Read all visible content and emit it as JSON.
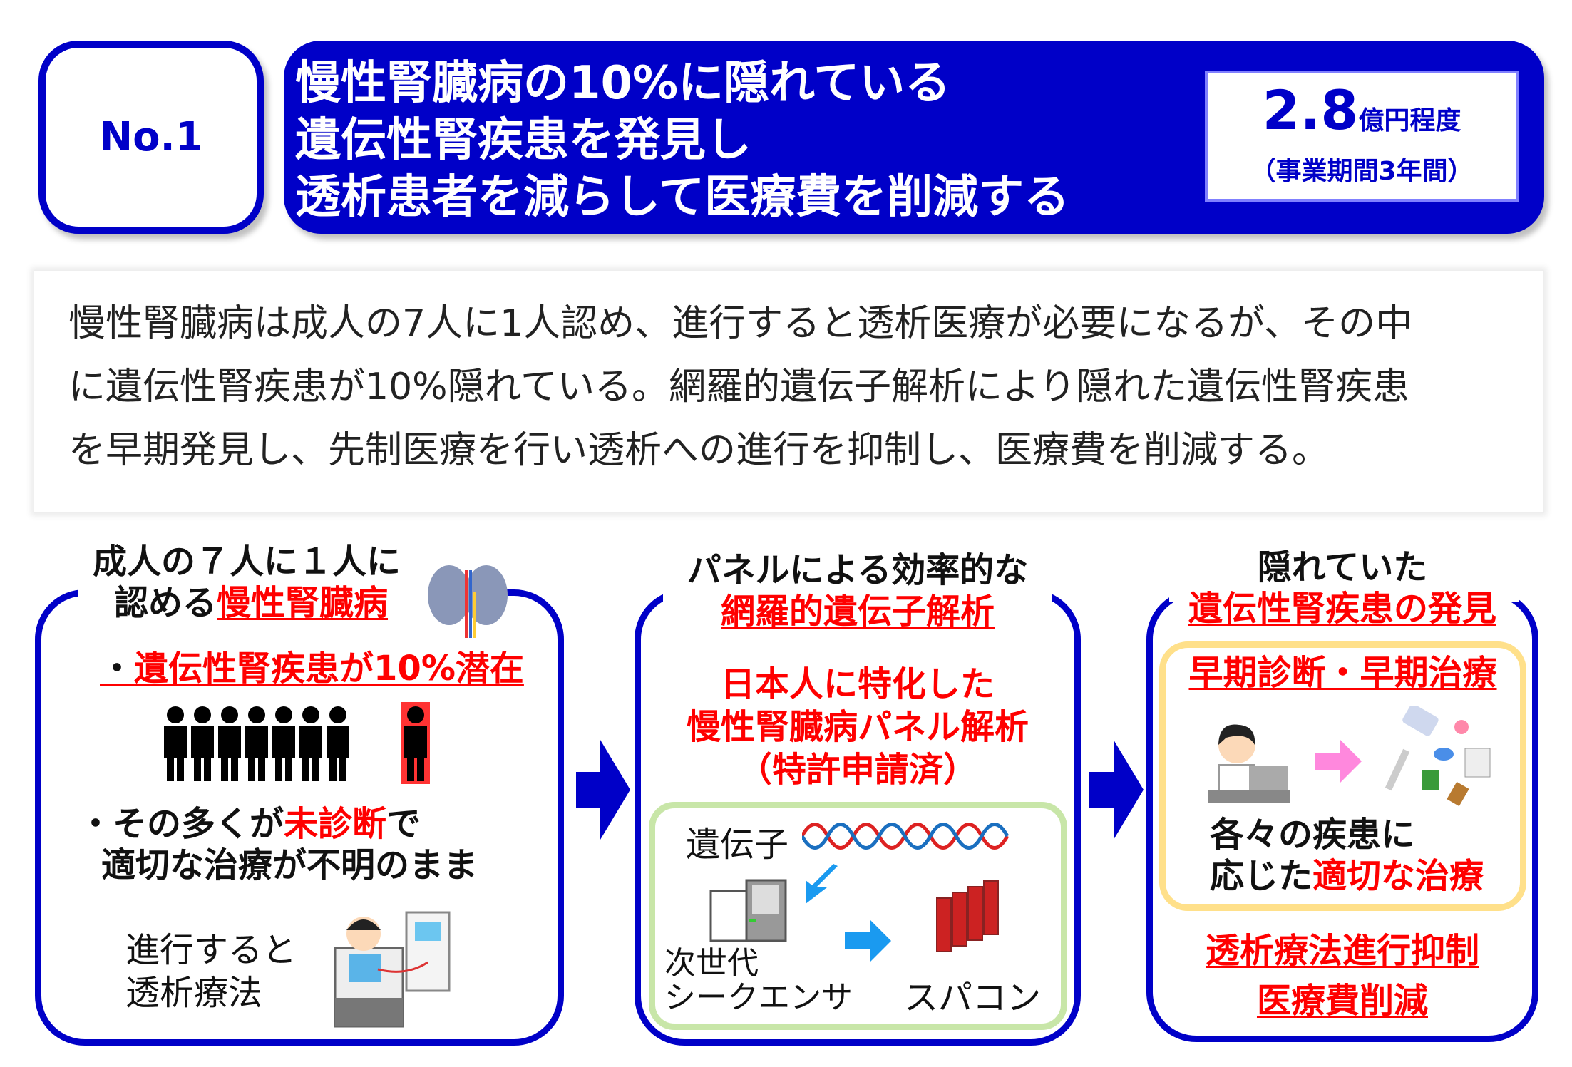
{
  "header": {
    "number": "No.1",
    "title_lines": [
      "慢性腎臓病の10%に隠れている",
      "遺伝性腎疾患を発見し",
      "透析患者を減らして医療費を削減する"
    ],
    "budget_value": "2.8",
    "budget_unit": "億円程度",
    "budget_period": "（事業期間3年間）"
  },
  "description_lines": [
    "慢性腎臓病は成人の7人に1人認め、進行すると透析医療が必要になるが、その中",
    "に遺伝性腎疾患が10%隠れている。網羅的遺伝子解析により隠れた遺伝性腎疾患",
    "を早期発見し、先制医療を行い透析への進行を抑制し、医療費を削減する。"
  ],
  "panel1": {
    "heading_line1": "成人の７人に１人に",
    "heading_line2_prefix": "認める",
    "heading_line2_highlight": "慢性腎臓病",
    "bullet1": "遺伝性腎疾患が10%潜在",
    "bullet_mark": "・",
    "bullet2_prefix": "その多くが",
    "bullet2_highlight": "未診断",
    "bullet2_suffix": "で",
    "bullet2_line2": "適切な治療が不明のまま",
    "progress_line1": "進行すると",
    "progress_line2": "透析療法",
    "people_total": 8,
    "people_highlighted": 1
  },
  "panel2": {
    "heading_line1": "パネルによる効率的な",
    "heading_line2": "網羅的遺伝子解析",
    "feature_line1": "日本人に特化した",
    "feature_line2": "慢性腎臓病パネル解析",
    "feature_line3": "（特許申請済）",
    "gene_label": "遺伝子",
    "sequencer_line1": "次世代",
    "sequencer_line2": "シークエンサ",
    "supercomputer_label": "スパコン"
  },
  "panel3": {
    "heading_line1": "隠れていた",
    "heading_line2": "遺伝性腎疾患の発見",
    "box_title": "早期診断・早期治療",
    "box_line1": "各々の疾患に",
    "box_line2_prefix": "応じた",
    "box_line2_highlight": "適切な治療",
    "result_line1": "透析療法進行抑制",
    "result_line2": "医療費削減"
  },
  "colors": {
    "brand_blue": "#0000c8",
    "highlight_red": "#ff0000",
    "panel_green": "#c8e6a8",
    "panel_yellow": "#ffe08a"
  }
}
